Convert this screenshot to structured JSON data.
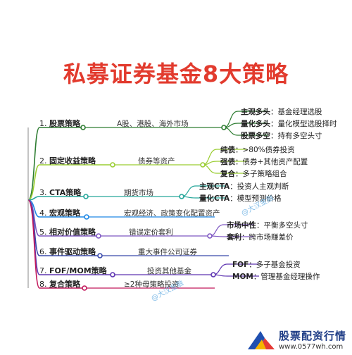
{
  "title": "私募证券基金8大策略",
  "strategies": [
    {
      "num": "1.",
      "name": "股票策略",
      "market": "A股、港股、海外市场",
      "color": "#2e7d32",
      "subs": [
        {
          "name": "主观多头",
          "desc": "基金经理选股"
        },
        {
          "name": "量化多头",
          "desc": "量化模型选股择时"
        },
        {
          "name": "股票多空",
          "desc": "持有多空头寸"
        }
      ]
    },
    {
      "num": "2.",
      "name": "固定收益策略",
      "market": "债券等资产",
      "color": "#9acd32",
      "subs": [
        {
          "name": "纯债",
          "desc": ">80%债券投资"
        },
        {
          "name": "强债",
          "desc": "债券+其他资产配置"
        },
        {
          "name": "复合",
          "desc": "多子策略组合"
        }
      ]
    },
    {
      "num": "3.",
      "name": "CTA策略",
      "market": "期货市场",
      "color": "#26a69a",
      "subs": [
        {
          "name": "主观CTA",
          "desc": "投资人主观判断"
        },
        {
          "name": "量化CTA",
          "desc": "模型预测价格"
        }
      ]
    },
    {
      "num": "4.",
      "name": "宏观策略",
      "market": "宏观经济、政策变化配置资产",
      "color": "#1e88e5",
      "subs": []
    },
    {
      "num": "5.",
      "name": "相对价值策略",
      "market": "错误定价套利",
      "color": "#7e57c2",
      "subs": [
        {
          "name": "市场中性",
          "desc": "平衡多空头寸"
        },
        {
          "name": "套利",
          "desc": "跨市场赚差价"
        }
      ]
    },
    {
      "num": "6.",
      "name": "事件驱动策略",
      "market": "重大事件公司证券",
      "color": "#3949ab",
      "subs": []
    },
    {
      "num": "7.",
      "name": "FOF/MOM策略",
      "market": "投资其他基金",
      "color": "#5e35b1",
      "subs": [
        {
          "name": "FOF",
          "desc": "多子基金投资"
        },
        {
          "name": "MOM",
          "desc": "管理基金经理操作"
        }
      ]
    },
    {
      "num": "8.",
      "name": "复合策略",
      "market": "≥2种母策略投资",
      "color": "#c2185b",
      "subs": []
    }
  ],
  "watermark": "@大汉金融",
  "brand": {
    "name": "股票配资行情",
    "site": "www.0577wh.com"
  }
}
